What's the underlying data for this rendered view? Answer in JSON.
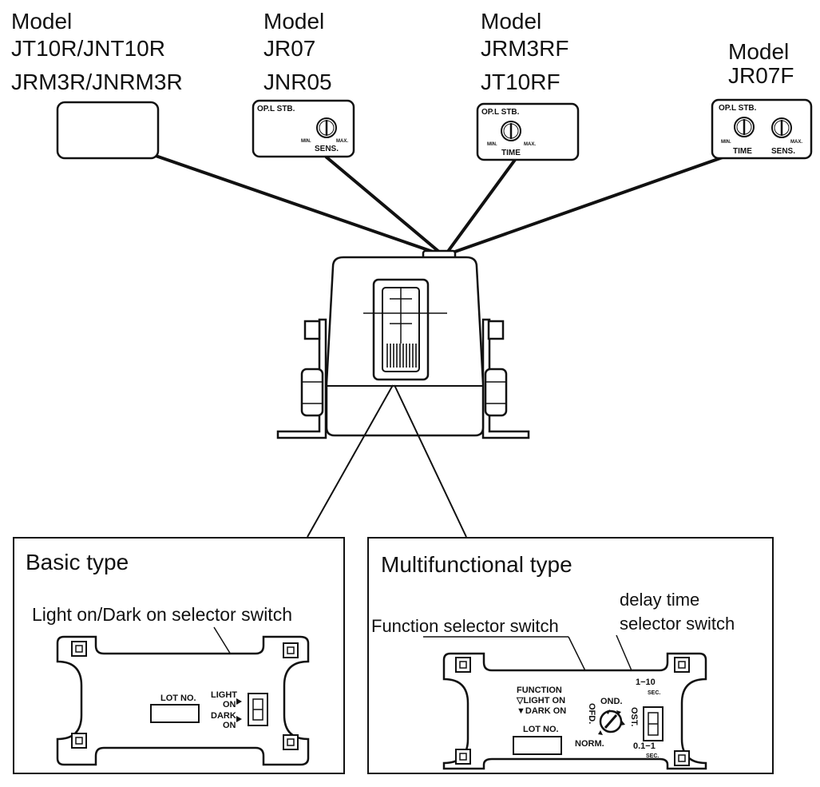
{
  "models": {
    "m1": {
      "line1": "Model",
      "line2": "JT10R/JNT10R",
      "line3": "JRM3R/JNRM3R"
    },
    "m2": {
      "line1": "Model",
      "line2": "JR07",
      "line3": "JNR05",
      "panel": {
        "top": "OP.L  STB.",
        "min": "MIN.",
        "max": "MAX.",
        "knob": "SENS."
      }
    },
    "m3": {
      "line1": "Model",
      "line2": "JRM3RF",
      "line3": "JT10RF",
      "panel": {
        "top": "OP.L  STB.",
        "min": "MIN.",
        "max": "MAX.",
        "knob": "TIME"
      }
    },
    "m4": {
      "line1": "Model",
      "line2": "JR07F",
      "panel": {
        "top": "OP.L  STB.",
        "min": "MIN.",
        "max": "MAX.",
        "knob1": "TIME",
        "knob2": "SENS."
      }
    }
  },
  "basic": {
    "title": "Basic type",
    "callout": "Light on/Dark on selector switch",
    "lot": "LOT NO.",
    "light": "LIGHT",
    "light_on": "ON",
    "dark": "DARK",
    "dark_on": "ON"
  },
  "multi": {
    "title": "Multifunctional type",
    "callout_func": "Function selector switch",
    "callout_delay1": "delay time",
    "callout_delay2": "selector switch",
    "function": "FUNCTION",
    "light_on": "▽LIGHT  ON",
    "dark_on": "▼DARK  ON",
    "lot": "LOT NO.",
    "ond": "OND.",
    "ofd": "OFD.",
    "norm": "NORM.",
    "ost": "OST.",
    "range1": "1−10",
    "range1_unit": "SEC.",
    "range2": "0.1−1",
    "range2_unit": "SEC."
  }
}
